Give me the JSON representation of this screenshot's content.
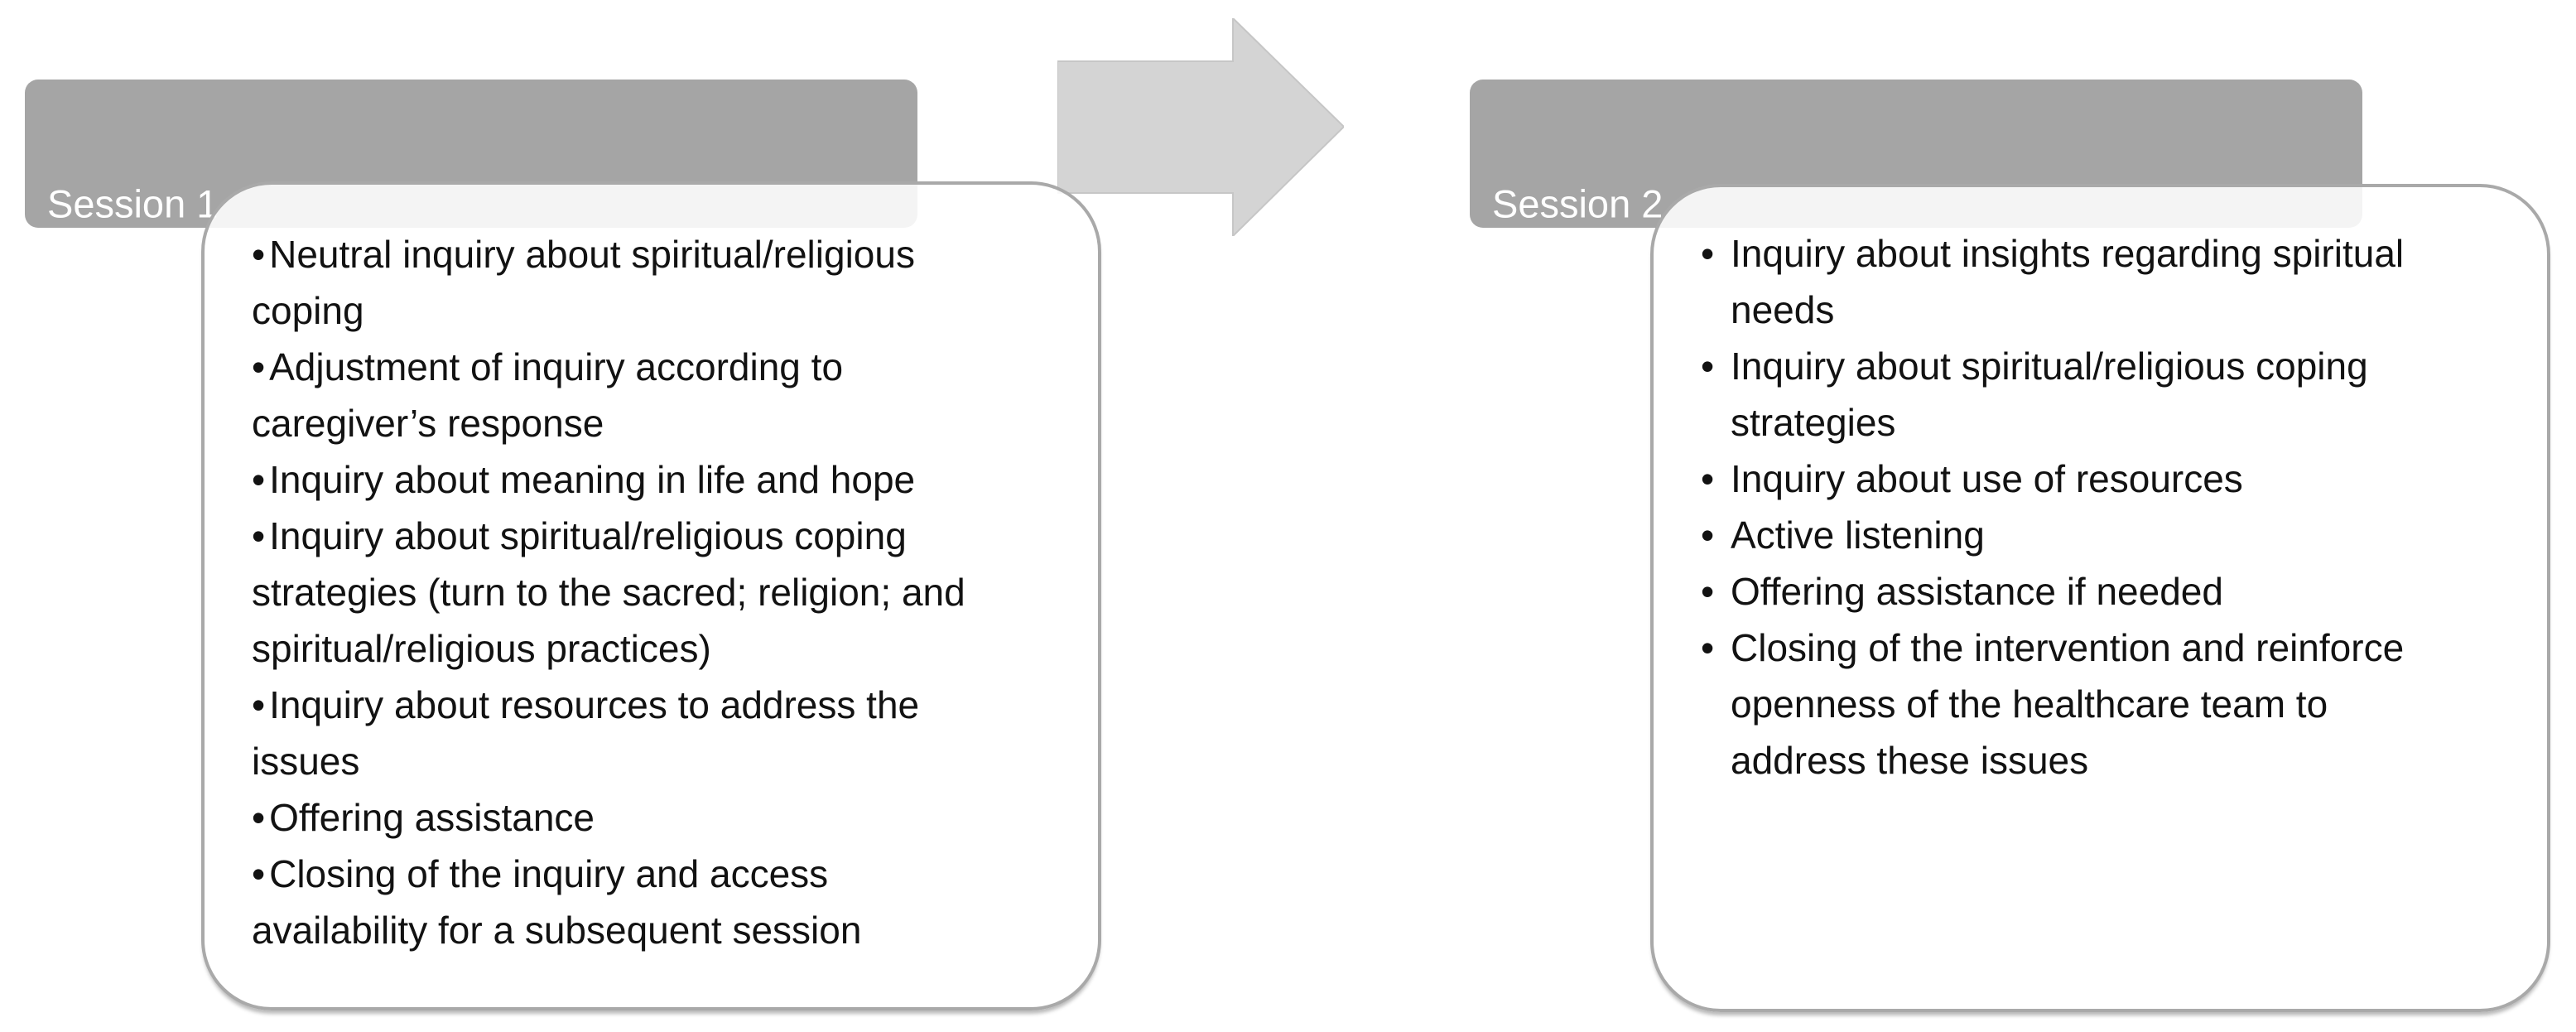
{
  "diagram": {
    "colors": {
      "header_bg": "#a5a5a5",
      "header_text": "#ffffff",
      "arrow_fill": "#d4d4d4",
      "arrow_stroke": "#c6c6c6",
      "box_border": "#a9a9a9",
      "body_text": "#121212"
    },
    "arrow_icon": "right-arrow",
    "boxes": [
      {
        "header": "Session 1",
        "bullet": "•",
        "items": [
          {
            "lines": [
              "Neutral inquiry about spiritual/religious",
              "coping"
            ]
          },
          {
            "lines": [
              "Adjustment of inquiry according to",
              "caregiver’s response"
            ]
          },
          {
            "lines": [
              "Inquiry about meaning in life and hope"
            ]
          },
          {
            "lines": [
              "Inquiry about spiritual/religious coping",
              "strategies (turn to the sacred; religion; and",
              "spiritual/religious practices)"
            ]
          },
          {
            "lines": [
              "Inquiry about resources to address the",
              "issues"
            ]
          },
          {
            "lines": [
              "Offering assistance"
            ]
          },
          {
            "lines": [
              "Closing of the inquiry and access",
              "availability for a subsequent session"
            ]
          }
        ]
      },
      {
        "header": "Session 2",
        "bullet": "•",
        "items": [
          {
            "lines": [
              "Inquiry about insights regarding spiritual",
              "needs"
            ]
          },
          {
            "lines": [
              "Inquiry about spiritual/religious coping",
              "strategies"
            ]
          },
          {
            "lines": [
              "Inquiry about use of resources"
            ]
          },
          {
            "lines": [
              "Active listening"
            ]
          },
          {
            "lines": [
              "Offering assistance if needed"
            ]
          },
          {
            "lines": [
              "Closing of the intervention and reinforce",
              "openness of the healthcare team to",
              "address these issues"
            ]
          }
        ]
      }
    ]
  }
}
